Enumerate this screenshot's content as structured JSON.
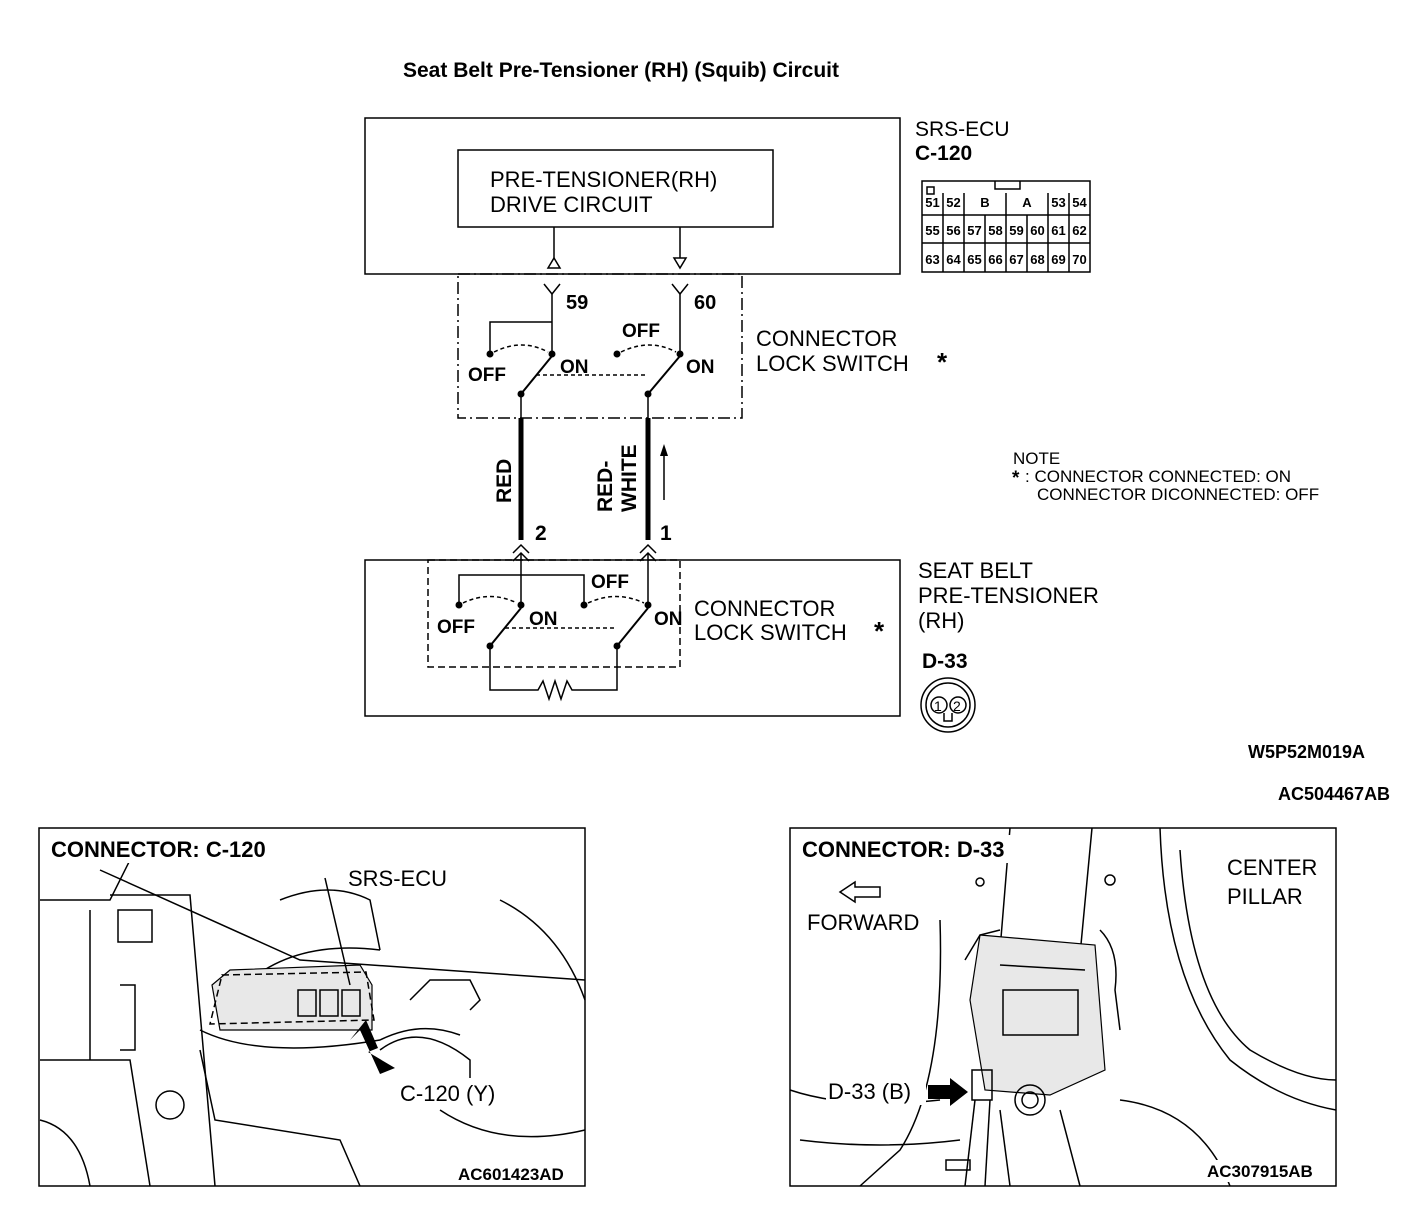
{
  "title": "Seat Belt Pre-Tensioner (RH) (Squib) Circuit",
  "srs_ecu": {
    "name": "SRS-ECU",
    "connector": "C-120",
    "drive_circuit_line1": "PRE-TENSIONER(RH)",
    "drive_circuit_line2": "DRIVE CIRCUIT",
    "terminal_a": "59",
    "terminal_b": "60",
    "pinout_row1": [
      "51",
      "52",
      "B",
      "A",
      "53",
      "54"
    ],
    "pinout_row2": [
      "55",
      "56",
      "57",
      "58",
      "59",
      "60",
      "61",
      "62"
    ],
    "pinout_row3": [
      "63",
      "64",
      "65",
      "66",
      "67",
      "68",
      "69",
      "70"
    ]
  },
  "connector_lock_switch": {
    "line1": "CONNECTOR",
    "line2": "LOCK SWITCH",
    "asterisk": "*",
    "off_label": "OFF",
    "on_label": "ON"
  },
  "wires": {
    "left_color": "RED",
    "right_color_line1": "RED-",
    "right_color_line2": "WHITE",
    "pin_left": "2",
    "pin_right": "1"
  },
  "note": {
    "heading": "NOTE",
    "asterisk": "*",
    "line1": ": CONNECTOR CONNECTED: ON",
    "line2": "CONNECTOR DICONNECTED: OFF"
  },
  "pretensioner": {
    "line1": "SEAT BELT",
    "line2": "PRE-TENSIONER",
    "line3": "(RH)",
    "connector": "D-33",
    "pin1": "1",
    "pin2": "2"
  },
  "codes": {
    "diagram_code": "W5P52M019A",
    "figure_code": "AC504467AB"
  },
  "photo_left": {
    "title": "CONNECTOR: C-120",
    "label_ecu": "SRS-ECU",
    "label_connector": "C-120 (Y)",
    "code": "AC601423AD"
  },
  "photo_right": {
    "title": "CONNECTOR: D-33",
    "label_forward": "FORWARD",
    "label_pillar_line1": "CENTER",
    "label_pillar_line2": "PILLAR",
    "label_connector": "D-33 (B)",
    "code": "AC307915AB"
  }
}
